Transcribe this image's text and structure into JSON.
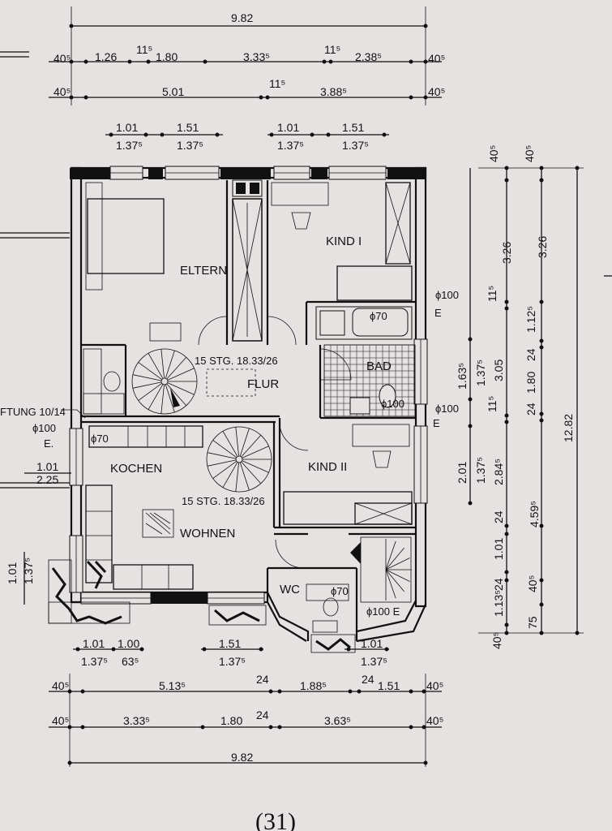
{
  "top_dims": {
    "total": "9.82",
    "row1": [
      "40⁵",
      "1.26",
      "11⁵",
      "1.80",
      "3.33⁵",
      "11⁵",
      "2.38⁵",
      "40⁵"
    ],
    "row2": [
      "40⁵",
      "5.01",
      "11⁵",
      "3.88⁵",
      "40⁵"
    ],
    "window_left_top": [
      "1.01",
      "1.51"
    ],
    "window_left_bottom": [
      "1.37⁵",
      "1.37⁵"
    ],
    "window_right_top": [
      "1.01",
      "1.51"
    ],
    "window_right_bottom": [
      "1.37⁵",
      "1.37⁵"
    ]
  },
  "bottom_dims": {
    "window_top": [
      "1.01",
      "1.00",
      "1.51",
      "1.01"
    ],
    "window_bottom": [
      "1.37⁵",
      "63⁵",
      "1.37⁵",
      "1.37⁵"
    ],
    "row1": [
      "40⁵",
      "5.13⁵",
      "24",
      "1.88⁵",
      "24",
      "1.51",
      "40⁵"
    ],
    "row2": [
      "40⁵",
      "3.33⁵",
      "1.80",
      "24",
      "3.63⁵",
      "40⁵"
    ],
    "total": "9.82"
  },
  "right_dims": {
    "col1": [
      "40⁵",
      "3.26",
      "11⁵",
      "1.63⁵",
      "1.37⁵",
      "11⁵",
      "2.01",
      "1.37⁵"
    ],
    "col2": [
      "40⁵",
      "3.26",
      "1.12⁵",
      "3.05",
      "24",
      "1.80",
      "24",
      "2.84⁵",
      "4.59⁵",
      "24",
      "1.01",
      "24",
      "1.13⁵",
      "40⁵",
      "75",
      "40⁵"
    ],
    "total": "12.82"
  },
  "left_dims": {
    "labels": [
      "FTUNG 10/14",
      "ϕ100",
      "E.",
      "1.01",
      "2.25",
      "1.01",
      "1.37⁵"
    ]
  },
  "rooms": {
    "eltern": "ELTERN",
    "kind1": "KIND I",
    "bad": "BAD",
    "flur": "FLUR",
    "kochen": "KOCHEN",
    "wohnen": "WOHNEN",
    "kind2": "KIND II",
    "wc": "WC"
  },
  "annotations": {
    "stairs_upper": "15 STG. 18.33/26",
    "stairs_lower": "15 STG. 18.33/26",
    "vent_bad": "ϕ70",
    "vent_bad2": "ϕ100",
    "vent_right1": "ϕ100",
    "vent_right1_e": "E",
    "vent_right2": "ϕ100",
    "vent_right2_e": "E",
    "vent_kochen": "ϕ70",
    "vent_wc": "ϕ70",
    "vent_wc2": "ϕ100 E",
    "page_number": "(31)"
  }
}
